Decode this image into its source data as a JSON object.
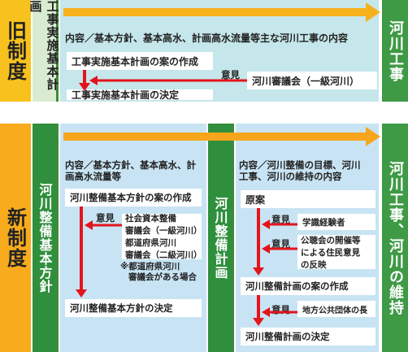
{
  "old": {
    "era": "旧制度",
    "plan": "工事実施基本計画",
    "content": "内容／基本方針、基本高水、計画高水流量等主な河川工事の内容",
    "draft": "工事実施基本計画の案の作成",
    "opinion": "意見",
    "council": "河川審議会（一級河川）",
    "decision": "工事実施基本計画の決定",
    "final": "河川工事"
  },
  "new": {
    "era": "新制度",
    "policy": {
      "label": "河川整備基本方針",
      "content": "内容／基本方針、基本高水、計画高水流量等",
      "draft": "河川整備基本方針の案の作成",
      "opinion": "意見",
      "council_line1": "社会資本整備",
      "council_line2": "審議会（一級河川）",
      "pref_line1": "都道府県河川",
      "pref_line2": "審議会（二級河川）",
      "note_line1": "※都道府県河川",
      "note_line2": "審議会がある場合",
      "decision": "河川整備基本方針の決定"
    },
    "plan": {
      "label": "河川整備計画",
      "content_line1": "内容／河川整備の目標、河川",
      "content_line2": "工事、河川の維持の内容",
      "draft0": "原案",
      "opinion1": "意見",
      "experts": "学識経験者",
      "opinion2": "意見",
      "public_line1": "公聴会の開催等",
      "public_line2": "による住民意見",
      "public_line3": "の反映",
      "draft": "河川整備計画の案の作成",
      "opinion3": "意見",
      "local": "地方公共団体の長",
      "decision": "河川整備計画の決定"
    },
    "final": "河川工事、河川の維持"
  },
  "colors": {
    "orange": "#f7ab1d",
    "yellow": "#f7c21d",
    "green": "#3e9a45",
    "light_green": "#d9ecd2",
    "light_blue": "#c8e4f4",
    "red": "#e3141b"
  }
}
